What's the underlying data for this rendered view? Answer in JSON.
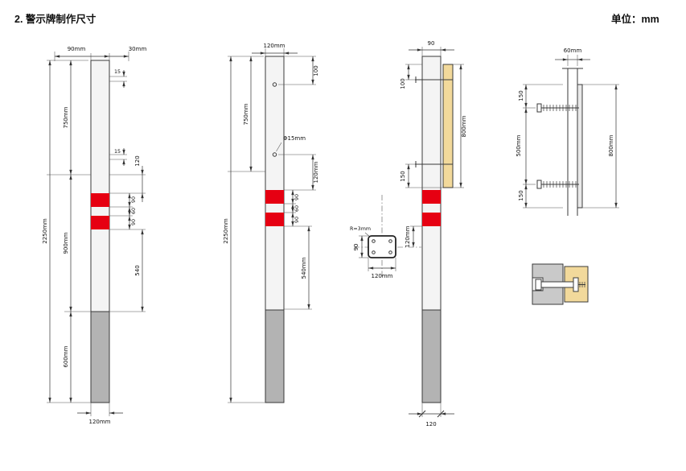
{
  "header": {
    "title": "2. 警示牌制作尺寸",
    "unit": "单位：mm"
  },
  "colors": {
    "band_red": "#e60012",
    "sign_yellow": "#f2d99b",
    "pole_fill": "#f4f4f4",
    "buried_gray": "#b3b3b3",
    "plate_gray": "#c9c9c9",
    "side_sign_fill": "#e9e9e9"
  },
  "d1": {
    "top_width": "90mm",
    "top_cap": "30mm",
    "hole_offset_top": "15",
    "hole_offset_mid": "15",
    "upper": "750mm",
    "band_offset": "120",
    "band_a": "90",
    "band_gap": "60",
    "band_b": "90",
    "below_bands": "540",
    "middle": "900mm",
    "total": "2250mm",
    "buried": "600mm",
    "base_width": "120mm"
  },
  "d2": {
    "top_width": "120mm",
    "hole_top": "100",
    "upper": "750mm",
    "total": "2250mm",
    "hole_dia": "Φ15mm",
    "hole_gap": "120mm",
    "band_a": "90",
    "band_gap": "60",
    "band_b": "90",
    "below_bands": "540mm"
  },
  "d3": {
    "top_width": "90",
    "bolt_top": "100",
    "sign_height": "800mm",
    "bolt_bottom": "150",
    "below_band": "120mm",
    "corner_radius": "R=3mm",
    "tube_height": "90",
    "tube_width": "120mm",
    "base_width": "120"
  },
  "d4": {
    "depth": "60mm",
    "bolt_edge_top": "150",
    "bolt_spacing": "500mm",
    "bolt_edge_bottom": "150",
    "sign_height": "800mm"
  }
}
